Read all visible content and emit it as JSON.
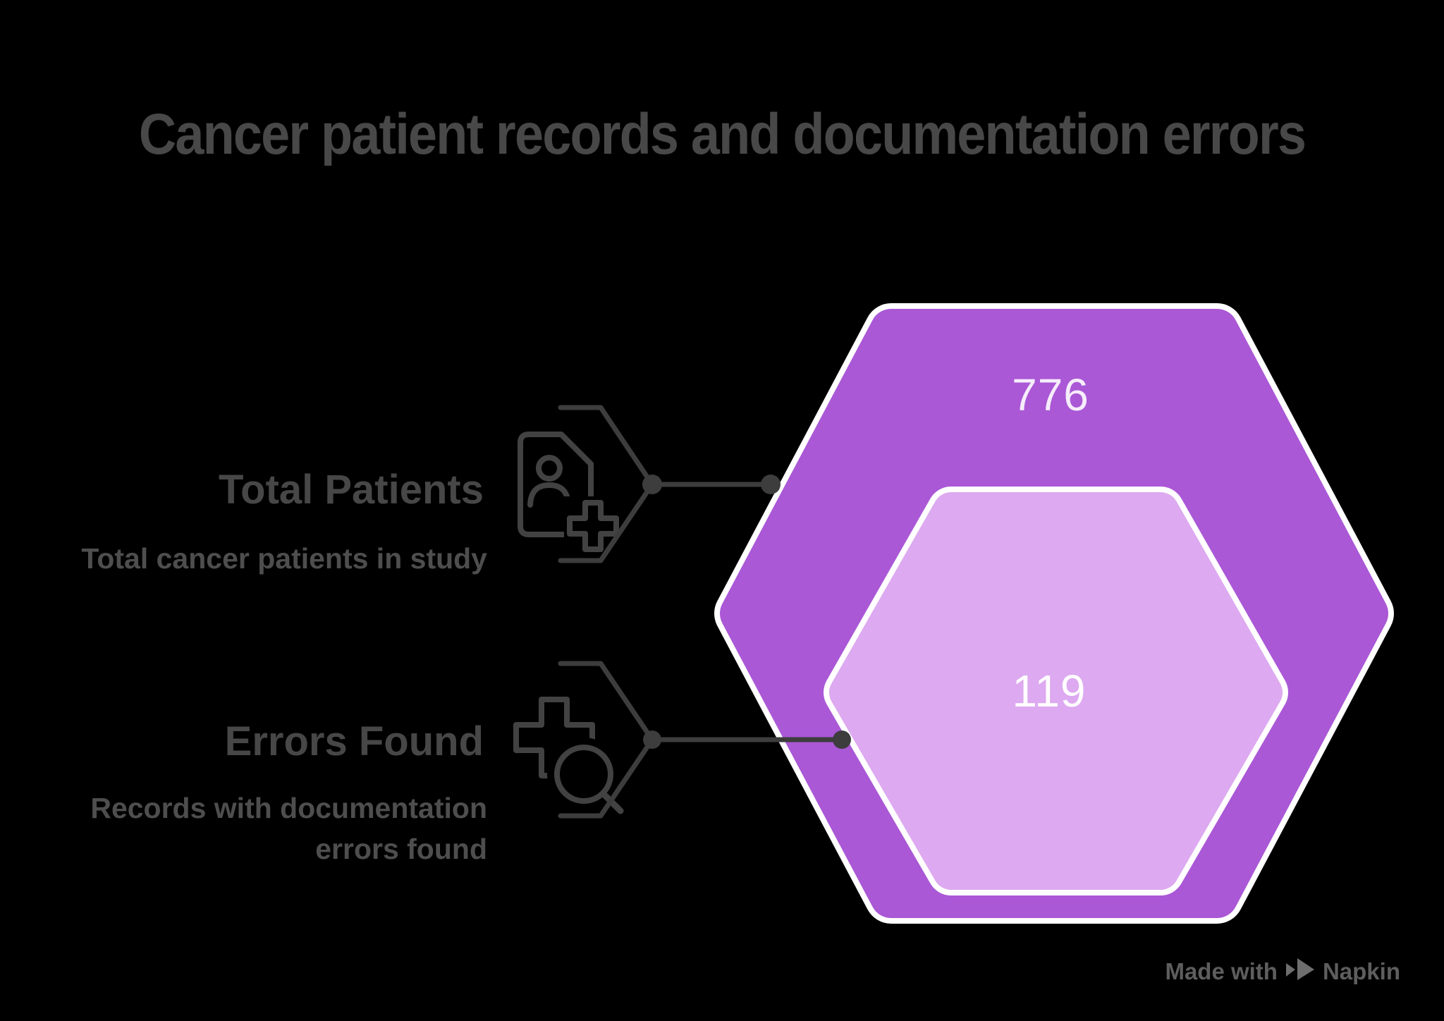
{
  "title": "Cancer patient records and documentation errors",
  "metrics": [
    {
      "label": "Total Patients",
      "description": "Total cancer patients in study",
      "value": "776",
      "icon": "patient-record-icon"
    },
    {
      "label": "Errors Found",
      "description": "Records with documentation errors found",
      "value": "119",
      "icon": "error-search-icon"
    }
  ],
  "watermark": {
    "prefix": "Made with",
    "brand": "Napkin"
  },
  "colors": {
    "background": "#000000",
    "outer_hexagon": "#AA58D6",
    "inner_hexagon": "#DDA9F0",
    "hexagon_border": "#FFFFFF",
    "heading_text": "#484848",
    "connector": "#3D3D3D",
    "outer_value_text": "#F6EDFB",
    "inner_value_text": "#FFFFFF",
    "watermark_text": "#5E5E5E"
  }
}
